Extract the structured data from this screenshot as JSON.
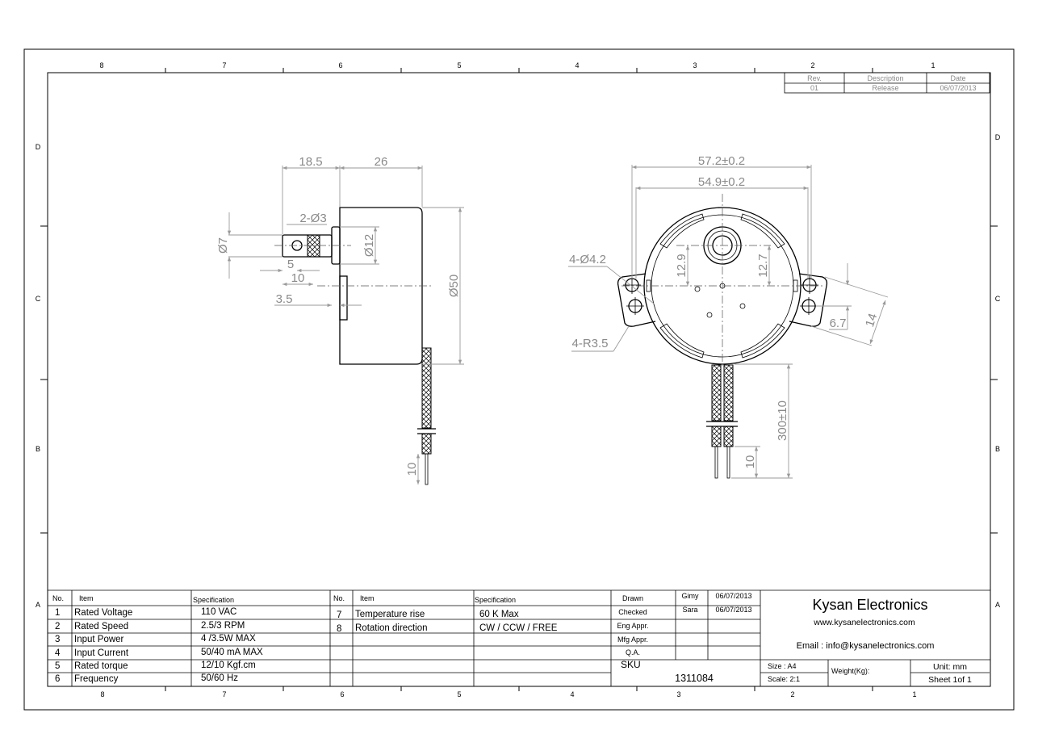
{
  "zones": {
    "columns": [
      "8",
      "7",
      "6",
      "5",
      "4",
      "3",
      "2",
      "1"
    ],
    "rows": [
      "D",
      "C",
      "B",
      "A"
    ]
  },
  "revision": {
    "headers": [
      "Rev.",
      "Description",
      "Date"
    ],
    "row": [
      "01",
      "Release",
      "06/07/2013"
    ]
  },
  "side_view": {
    "dims": {
      "d18_5": "18.5",
      "d26": "26",
      "d2_3": "2-Ø3",
      "d7": "Ø7",
      "d12": "Ø12",
      "d50": "Ø50",
      "d5": "5",
      "d10": "10",
      "d3_5": "3.5",
      "lead10": "10"
    }
  },
  "front_view": {
    "dims": {
      "d57_2": "57.2±0.2",
      "d54_9": "54.9±0.2",
      "d4_42": "4-Ø4.2",
      "d4_r35": "4-R3.5",
      "d12_9": "12.9",
      "d12_7": "12.7",
      "d6_7": "6.7",
      "d14": "14",
      "d300": "300±10",
      "lead10": "10"
    }
  },
  "spec_table": {
    "headers": {
      "no": "No.",
      "item": "Item",
      "spec": "Specification"
    },
    "left": [
      {
        "no": "1",
        "item": "Rated Voltage",
        "spec": "110 VAC"
      },
      {
        "no": "2",
        "item": "Rated Speed",
        "spec": "2.5/3 RPM"
      },
      {
        "no": "3",
        "item": "Input Power",
        "spec": "4 /3.5W MAX"
      },
      {
        "no": "4",
        "item": "Input Current",
        "spec": "50/40 mA MAX"
      },
      {
        "no": "5",
        "item": "Rated torque",
        "spec": "12/10 Kgf.cm"
      },
      {
        "no": "6",
        "item": "Frequency",
        "spec": "50/60 Hz"
      }
    ],
    "right": [
      {
        "no": "7",
        "item": "Temperature rise",
        "spec": "60 K Max"
      },
      {
        "no": "8",
        "item": "Rotation direction",
        "spec": "CW / CCW / FREE"
      }
    ]
  },
  "title_block": {
    "approvals": [
      {
        "role": "Drawn",
        "name": "Gimy",
        "date": "06/07/2013"
      },
      {
        "role": "Checked",
        "name": "Sara",
        "date": "06/07/2013"
      },
      {
        "role": "Eng Appr.",
        "name": "",
        "date": ""
      },
      {
        "role": "Mfg Appr.",
        "name": "",
        "date": ""
      },
      {
        "role": "Q.A.",
        "name": "",
        "date": ""
      }
    ],
    "company": "Kysan Electronics",
    "website": "www.kysanelectronics.com",
    "email": "Email : info@kysanelectronics.com",
    "sku_label": "SKU",
    "sku": "1311084",
    "size": "Size : A4",
    "scale": "Scale: 2:1",
    "weight": "Weight(Kg):",
    "unit": "Unit: mm",
    "sheet": "Sheet 1of 1"
  }
}
